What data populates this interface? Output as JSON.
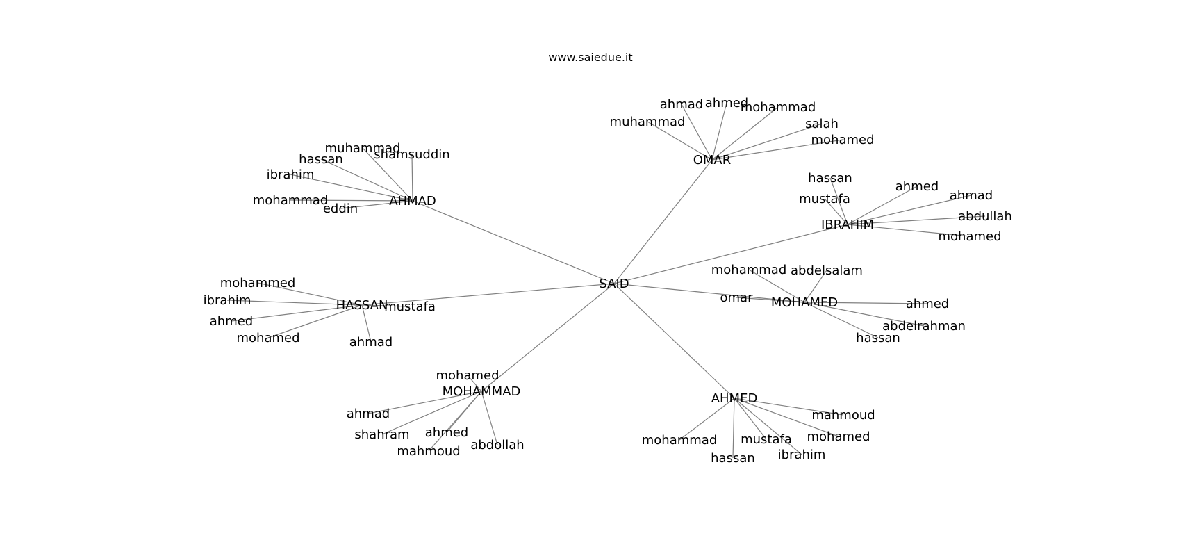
{
  "title": "www.saiedue.it",
  "diagram": {
    "root": "SAID",
    "groups": [
      {
        "hub": "AHMAD",
        "children": [
          "muhammad",
          "shamsuddin",
          "hassan",
          "ibrahim",
          "mohammad",
          "eddin"
        ]
      },
      {
        "hub": "OMAR",
        "children": [
          "ahmad",
          "ahmed",
          "mohammad",
          "muhammad",
          "salah",
          "mohamed"
        ]
      },
      {
        "hub": "IBRAHIM",
        "children": [
          "hassan",
          "ahmed",
          "ahmad",
          "mustafa",
          "abdullah",
          "mohamed"
        ]
      },
      {
        "hub": "MOHAMED",
        "children": [
          "mohammad",
          "abdelsalam",
          "omar",
          "ahmed",
          "abdelrahman",
          "hassan"
        ]
      },
      {
        "hub": "HASSAN",
        "children": [
          "mohammed",
          "ibrahim",
          "mustafa",
          "ahmed",
          "mohamed",
          "ahmad"
        ]
      },
      {
        "hub": "MOHAMMAD",
        "children": [
          "mohamed",
          "ahmad",
          "shahram",
          "ahmed",
          "mahmoud",
          "abdollah"
        ]
      },
      {
        "hub": "AHMED",
        "children": [
          "mahmoud",
          "mohammad",
          "mustafa",
          "mohamed",
          "hassan",
          "ibrahim"
        ]
      }
    ]
  }
}
